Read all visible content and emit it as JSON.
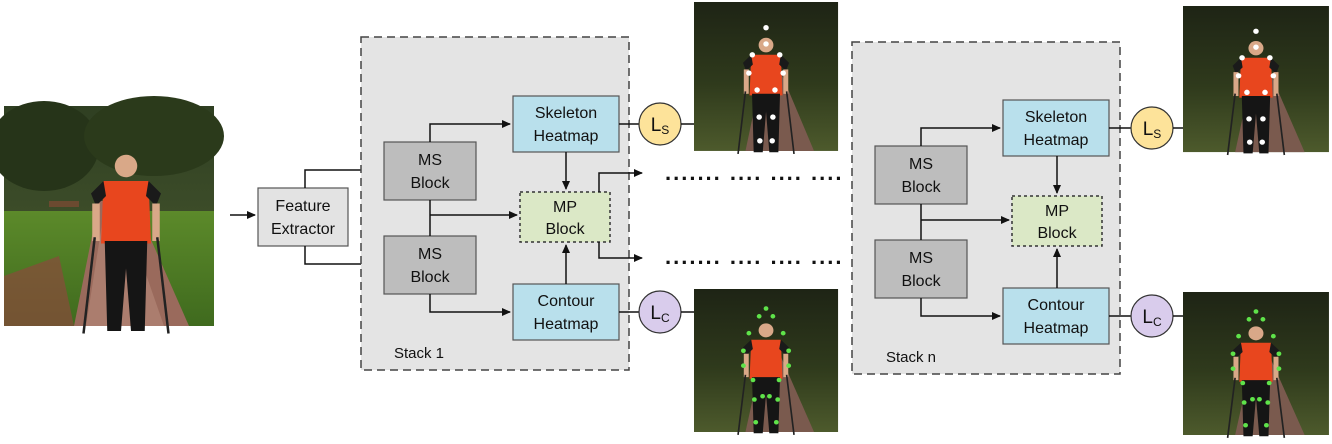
{
  "feature_extractor": {
    "label_line1": "Feature",
    "label_line2": "Extractor"
  },
  "stacks": [
    {
      "label": "Stack 1",
      "ms_top": {
        "line1": "MS",
        "line2": "Block"
      },
      "ms_bottom": {
        "line1": "MS",
        "line2": "Block"
      },
      "skeleton": {
        "line1": "Skeleton",
        "line2": "Heatmap"
      },
      "mp": {
        "line1": "MP",
        "line2": "Block"
      },
      "contour": {
        "line1": "Contour",
        "line2": "Heatmap"
      },
      "loss_s": {
        "main": "L",
        "sub": "S"
      },
      "loss_c": {
        "main": "L",
        "sub": "C"
      }
    },
    {
      "label": "Stack n",
      "ms_top": {
        "line1": "MS",
        "line2": "Block"
      },
      "ms_bottom": {
        "line1": "MS",
        "line2": "Block"
      },
      "skeleton": {
        "line1": "Skeleton",
        "line2": "Heatmap"
      },
      "mp": {
        "line1": "MP",
        "line2": "Block"
      },
      "contour": {
        "line1": "Contour",
        "line2": "Heatmap"
      },
      "loss_s": {
        "main": "L",
        "sub": "S"
      },
      "loss_c": {
        "main": "L",
        "sub": "C"
      }
    }
  ],
  "ellipsis": "....... .... .... .... ....",
  "colors": {
    "stack_bg": "#e4e4e4",
    "ms_block": "#bdbdbd",
    "heatmap_block": "#b9e0ec",
    "mp_block": "#dbe8c6",
    "feature_block": "#e3e3e3",
    "loss_s": "#fde39a",
    "loss_c": "#d9ccec",
    "skeleton_joint": "#ffffff",
    "contour_point": "#5fe34a",
    "person_shirt": "#e8461e"
  }
}
